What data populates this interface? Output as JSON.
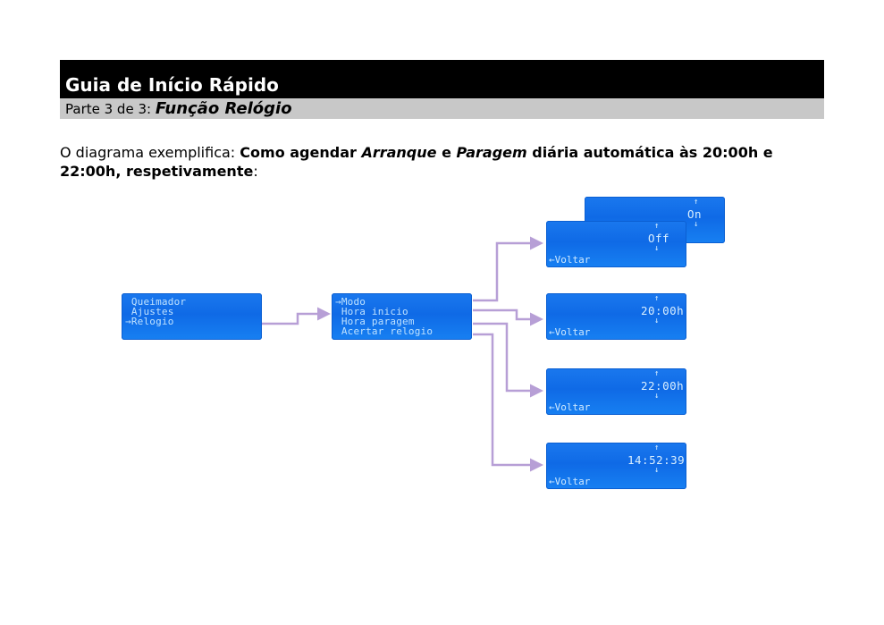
{
  "header": {
    "title": "Guia de Início Rápido",
    "subtitle_prefix": "Parte 3 de 3: ",
    "subtitle_emph": "Função Relógio"
  },
  "description": {
    "p1": "O diagrama exemplifica: ",
    "p2": "Como agendar ",
    "p3": "Arranque",
    "p4": " e ",
    "p5": "Paragem",
    "p6": " diária automática às 20:00h e 22:00h, respetivamente",
    "p7": ":"
  },
  "screens": {
    "main_menu": {
      "lines": [
        " Queimador",
        " Ajustes",
        "→Relogio"
      ]
    },
    "clock_menu": {
      "lines": [
        "→Modo",
        " Hora inicio",
        " Hora paragem",
        " Acertar relogio"
      ]
    },
    "mode_on": {
      "value": "On"
    },
    "mode_off": {
      "value": "Off",
      "back": "←Voltar"
    },
    "start_time": {
      "value": "20:00h",
      "back": "←Voltar"
    },
    "stop_time": {
      "value": "22:00h",
      "back": "←Voltar"
    },
    "set_clock": {
      "value": "14:52:39",
      "back": "←Voltar"
    }
  },
  "glyphs": {
    "up": "↑",
    "down": "↓"
  },
  "colors": {
    "lcd": "#1a78ee",
    "connector": "#b79fd6",
    "title_bar": "#000000",
    "sub_bar": "#c8c8c8"
  }
}
